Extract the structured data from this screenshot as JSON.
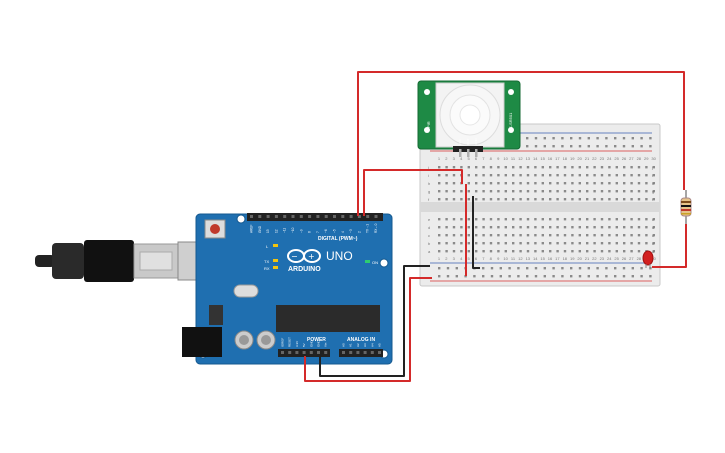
{
  "colors": {
    "board": "#1f6fb0",
    "board_dark": "#16598f",
    "breadboard": "#ececec",
    "hole": "#8a8a8a",
    "rail_red": "#d93030",
    "rail_blue": "#3a5fb0",
    "wire_red": "#d42a2a",
    "wire_black": "#222222",
    "pir_pcb": "#1e8a45",
    "led": "#d22020",
    "chip": "#2b2b2b"
  },
  "arduino": {
    "brand": "ARDUINO",
    "model": "UNO",
    "digital_label": "DIGITAL (PWM~)",
    "power_label": "POWER",
    "analog_label": "ANALOG IN",
    "on_label": "ON",
    "l_label": "L",
    "tx_label": "TX",
    "rx_label": "RX",
    "top_header_labels": [
      "AREF",
      "GND",
      "13",
      "12",
      "~11",
      "~10",
      "~9",
      "8",
      "7",
      "~6",
      "~5",
      "4",
      "~3",
      "2",
      "TX→1",
      "RX←0"
    ],
    "power_pin_labels": [
      "IOREF",
      "RESET",
      "3.3V",
      "5V",
      "GND",
      "GND",
      "Vin"
    ],
    "analog_pin_labels": [
      "A0",
      "A1",
      "A2",
      "A3",
      "A4",
      "A5"
    ]
  },
  "pir": {
    "pin_labels": [
      "VCC",
      "OUT",
      "GND"
    ],
    "side_label": "HC-SR501",
    "side_label2": "PIR"
  },
  "breadboard": {
    "column_numbers": [
      "1",
      "2",
      "3",
      "4",
      "5",
      "6",
      "7",
      "8",
      "9",
      "10",
      "11",
      "12",
      "13",
      "14",
      "15",
      "16",
      "17",
      "18",
      "19",
      "20",
      "21",
      "22",
      "23",
      "24",
      "25",
      "26",
      "27",
      "28",
      "29",
      "30"
    ],
    "row_letters_top": [
      "j",
      "i",
      "h",
      "g",
      "f"
    ],
    "row_letters_bottom": [
      "e",
      "d",
      "c",
      "b",
      "a"
    ]
  }
}
